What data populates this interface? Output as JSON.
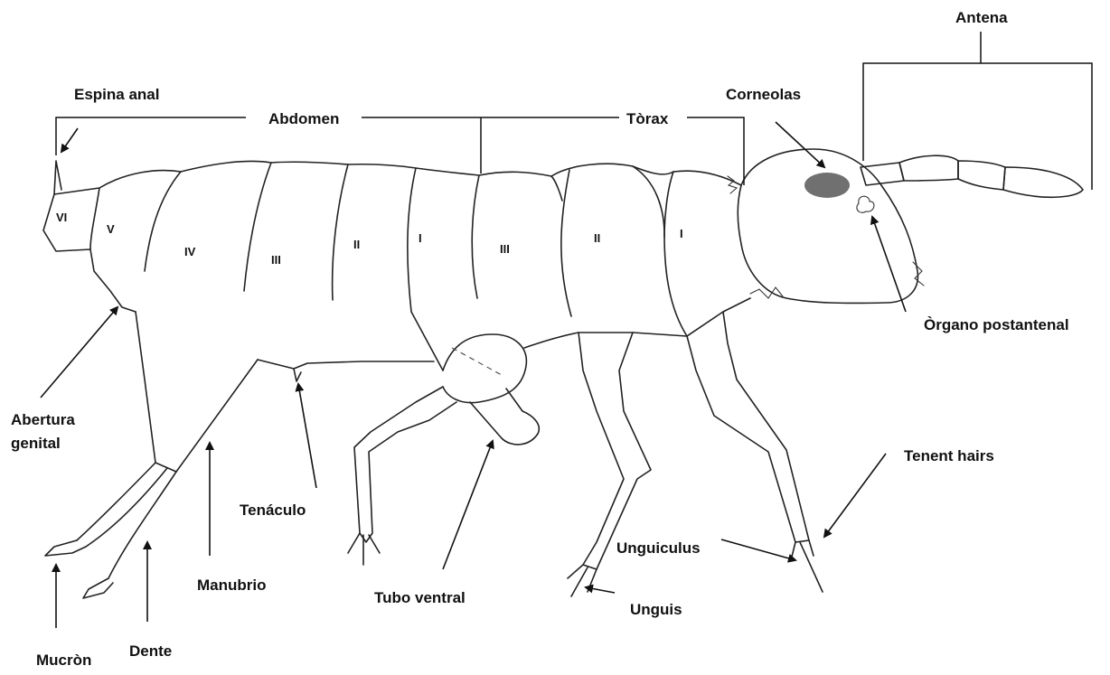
{
  "labels": {
    "antena": "Antena",
    "corneolas": "Corneolas",
    "espina_anal": "Espina anal",
    "abdomen": "Abdomen",
    "torax": "Tòrax",
    "organo_line1": "Òrgano postantenal",
    "abertura_line1": "Abertura",
    "abertura_line2": "genital",
    "tenent_hairs": "Tenent hairs",
    "tenaculo": "Tenáculo",
    "unguiculus": "Unguiculus",
    "manubrio": "Manubrio",
    "tubo_ventral": "Tubo ventral",
    "unguis": "Unguis",
    "mucron": "Mucròn",
    "dente": "Dente"
  },
  "segments": {
    "abd_vi": "VI",
    "abd_v": "V",
    "abd_iv": "IV",
    "abd_iii": "III",
    "abd_ii": "II",
    "abd_i": "I",
    "thx_iii": "III",
    "thx_ii": "II",
    "thx_i": "I"
  }
}
